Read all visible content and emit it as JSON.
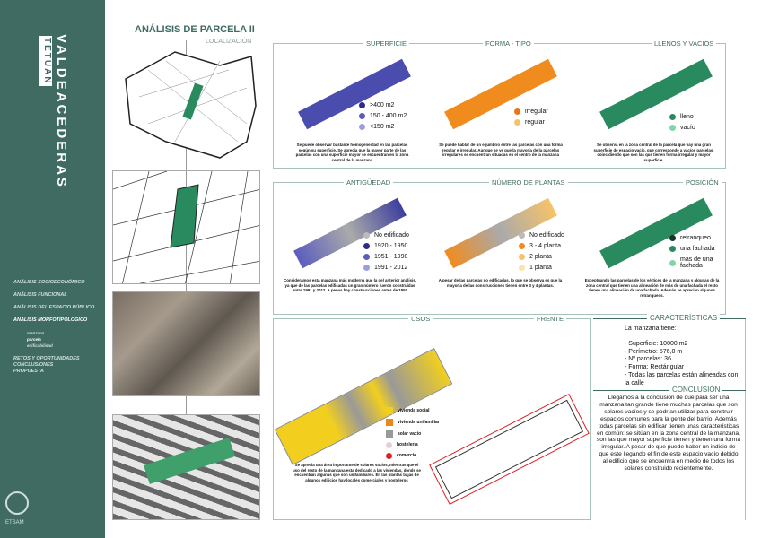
{
  "sidebar": {
    "title_small": "TETUAN",
    "title_big": "VALDEACEDERAS",
    "nav": [
      "ANÁLISIS SOCIOECONÓMICO",
      "ANÁLISIS FUNCIONAL",
      "ANÁLISIS DEL ESPACIO PÚBLICO",
      "ANÁLISIS MORFOTIPOLÓGICO"
    ],
    "subnav": [
      "manzana",
      "parcela",
      "edificabilidad"
    ],
    "nav2": [
      "RETOS Y OPORTUNIDADES",
      "CONCLUSIONES",
      "PROPUESTA"
    ],
    "school": "ETSAM"
  },
  "page_title": "ANÁLISIS DE PARCELA II",
  "localizacion": "LOCALIZACIÓN",
  "colors": {
    "accent": "#3f6b62",
    "blue": "#3d3f9e",
    "orange": "#f08c1e",
    "green": "#2a8a5f",
    "yellow": "#f2cf1f"
  },
  "row1": [
    {
      "title": "SUPERFICIE",
      "legend": [
        ">400 m2",
        "150 - 400 m2",
        "<150 m2"
      ],
      "text": "Se puede observar bastante homogeneidad en las parcelas según su superficie. Se aprecia que la mayor parte de las parcelas con una superficie mayor se encuentran en la zona central de la manzana"
    },
    {
      "title": "FORMA - TIPO",
      "legend": [
        "irregular",
        "regular"
      ],
      "text": "Se puede hablar de un equilibrio entre las parcelas con una forma regular e irregular. Aunque se ve que la mayoría de la parcelas irregulares se encuentran situadas en el centro de la manzana"
    },
    {
      "title": "LLENOS Y VACIOS",
      "legend": [
        "lleno",
        "vacío"
      ],
      "text": "Se observa en la zona central de la parcela que hay una gran superficie de espacio vacío, que corresponde a vacíos parcelas, coincidiendo que son las que tienen forma irregular y mayor superficie."
    }
  ],
  "row2": [
    {
      "title": "ANTIGÜEDAD",
      "legend": [
        "No edificado",
        "1920 - 1950",
        "1951 - 1990",
        "1991 - 2012"
      ],
      "text": "Consideramos esta manzana más moderna que la del anterior análisis, ya que de las parcelas edificadas un gran número fueron construidas entre 1991 y 2012. A penas hay construcciones antes de 1950"
    },
    {
      "title": "NÚMERO DE PLANTAS",
      "legend": [
        "No edificado",
        "3 - 4 planta",
        "2 planta",
        "1 planta"
      ],
      "text": "A pesar de las parcelas no edificadas, lo que se observa es que la mayoría de las construcciones tienen entre 3 y 4 plantas."
    },
    {
      "title": "POSICIÓN",
      "legend": [
        "retranqueo",
        "una fachada",
        "más de una fachada"
      ],
      "text": "Exceptuando las parcelas de los vértices de la manzana y algunas de la zona central que tienen una alineación de más de una fachada el resto tienen una alineación de una fachada. Además se aprecian algunos retranqueos."
    }
  ],
  "usos": {
    "title": "USOS",
    "legend": [
      "vivienda social",
      "vivienda unifamiliar",
      "solar vacío",
      "hostelería",
      "comercio"
    ],
    "text": "Se aprecia una área importante de solares vacíos, mientras que el uso del resto de la manzana esta dedicado a las viviendas, donde se encuentran algunas que son unifamiliares. En las plantas bajas de algunos edificios hay locales comerciales y hosteleros"
  },
  "frente": {
    "title": "FRENTE"
  },
  "caracteristicas": {
    "title": "CARACTERÍSTICAS",
    "lines": [
      "La manzana tiene:",
      "- Superficie: 10000 m2",
      "- Perímetro: 576,8 m",
      "- Nº parcelas: 36",
      "- Forma: Rectángular",
      "- Todas las parcelas están alineadas con la calle"
    ]
  },
  "conclusion": {
    "title": "CONCLUSIÓN",
    "text": "Llegamos a la conclusión de que para ser una manzana tan grande tiene muchas parcelas que son solares vacíos y se podrían utilizar para construir espacios comunes para la gente del barrio. Además todas parcelas sin edificar tienen unas características en común: se sitúan en la zona central de la manzana, son las que mayor superficie tienen y tienen una forma irregular. A pesar de que puede haber un indicio de que este llegando el fin de este espacio vacío debido al edificio que se encuentra en medio de todos los solares construido recientemente."
  }
}
